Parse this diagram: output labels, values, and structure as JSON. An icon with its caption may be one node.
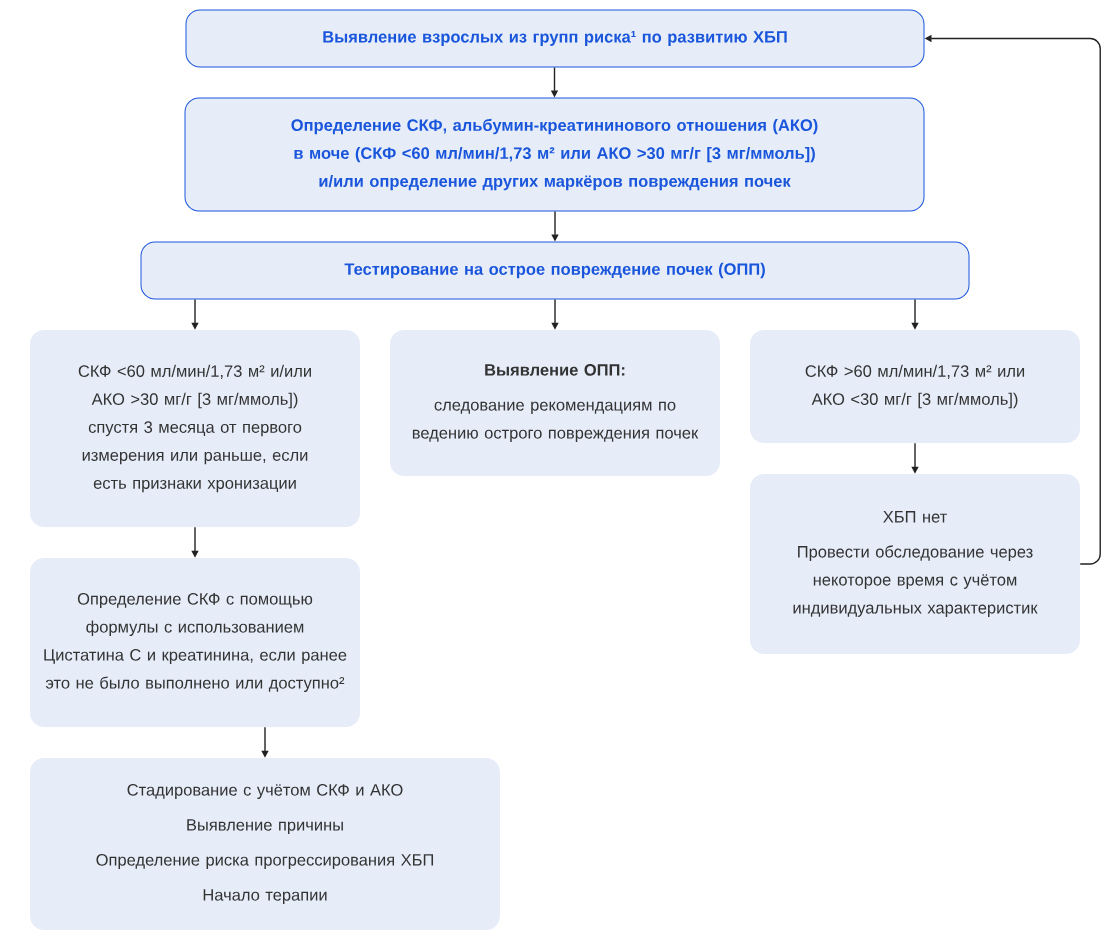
{
  "diagram": {
    "nodes": [
      {
        "text": [
          "Выявление взрослых из групп риска¹ по развитию ХБП"
        ]
      },
      {
        "text": [
          "Определение СКФ, альбумин-креатининового отношения (АКО) в моче (СКФ <60 мл/мин/1,73 м² или АКО >30 мг/г [3 мг/ммоль]) и/или определение других маркёров повреждения почек"
        ]
      },
      {
        "text": [
          "Тестирование на острое повреждение почек (ОПП)"
        ]
      },
      {
        "text": [
          "СКФ <60 мл/мин/1,73 м² и/или АКО >30 мг/г [3 мг/ммоль]) спустя 3 месяца от первого измерения или раньше, если есть признаки хронизации"
        ]
      },
      {
        "text": [
          "Выявление ОПП:",
          "следование рекомендациям по ведению острого повреждения почек"
        ]
      },
      {
        "text": [
          "СКФ >60 мл/мин/1,73 м² или АКО <30 мг/г [3 мг/ммоль])"
        ]
      },
      {
        "text": [
          "ХБП нет",
          "Провести обследование через некоторое время с учётом индивидуальных характеристик"
        ]
      },
      {
        "text": [
          "Определение СКФ с помощью формулы с использованием Цистатина С и креатинина, если ранее это не было выполнено или доступно²"
        ]
      },
      {
        "text": [
          "Стадирование с учётом СКФ и АКО",
          "Выявление причины",
          "Определение риска прогрессирования ХБП",
          "Начало терапии"
        ]
      }
    ],
    "edges": [
      {
        "from": 0,
        "to": 1,
        "arrow": "to"
      },
      {
        "from": 1,
        "to": 2,
        "arrow": "to"
      },
      {
        "from": 2,
        "to": 3,
        "arrow": "to"
      },
      {
        "from": 2,
        "to": 4,
        "arrow": "to"
      },
      {
        "from": 2,
        "to": 5,
        "arrow": "to"
      },
      {
        "from": 3,
        "to": 7,
        "arrow": "to"
      },
      {
        "from": 5,
        "to": 6,
        "arrow": "to"
      },
      {
        "from": 7,
        "to": 8,
        "arrow": "to"
      },
      {
        "from": 6,
        "to": 0,
        "arrow": "to"
      }
    ]
  }
}
